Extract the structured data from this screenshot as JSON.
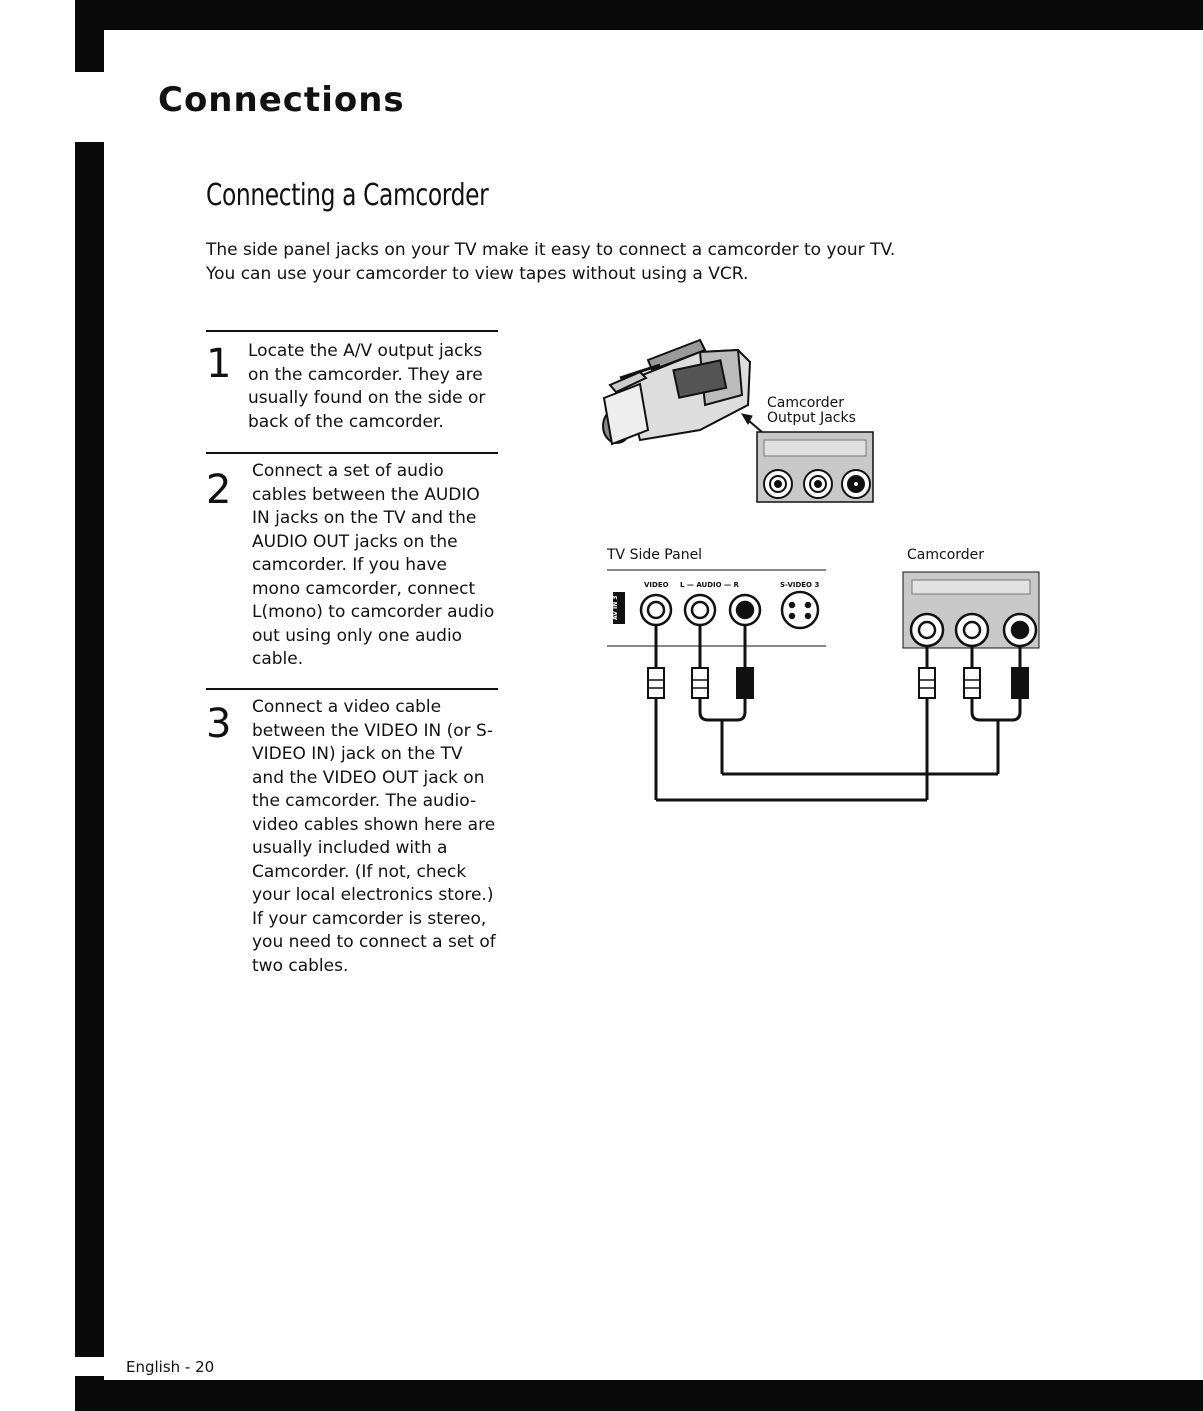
{
  "header": {
    "section_title": "Connections"
  },
  "page": {
    "title": "Connecting a Camcorder",
    "intro": [
      "The side panel jacks on your TV make it easy to connect a camcorder to your TV.",
      "You can use your camcorder to view tapes without using a VCR."
    ]
  },
  "steps": [
    {
      "number": "1",
      "text": "Locate the A/V output jacks on the camcorder. They are usually found on the side or back of the camcorder."
    },
    {
      "number": "2",
      "text": "Connect a set of audio cables between the AUDIO IN jacks on the TV and the AUDIO OUT jacks on the camcorder. If you have mono camcorder, connect L(mono) to camcorder audio out using only one audio cable."
    },
    {
      "number": "3",
      "text": "Connect a video cable between the VIDEO IN (or S-VIDEO IN) jack on the TV and the VIDEO OUT jack on the camcorder. The audio-video cables shown here are usually included with a Camcorder. (If not, check your local electronics store.) If your camcorder is stereo, you need to connect a set of two cables."
    }
  ],
  "diagram": {
    "camcorder_jacks_label": [
      "Camcorder",
      "Output Jacks"
    ],
    "tv_side_panel_label": "TV Side Panel",
    "camcorder_label": "Camcorder",
    "jack_labels": {
      "video": "VIDEO",
      "audio": "L — AUDIO — R",
      "svideo": "S-VIDEO 3",
      "avin": "AV IN 3"
    }
  },
  "footer": {
    "page_number": "English - 20"
  }
}
